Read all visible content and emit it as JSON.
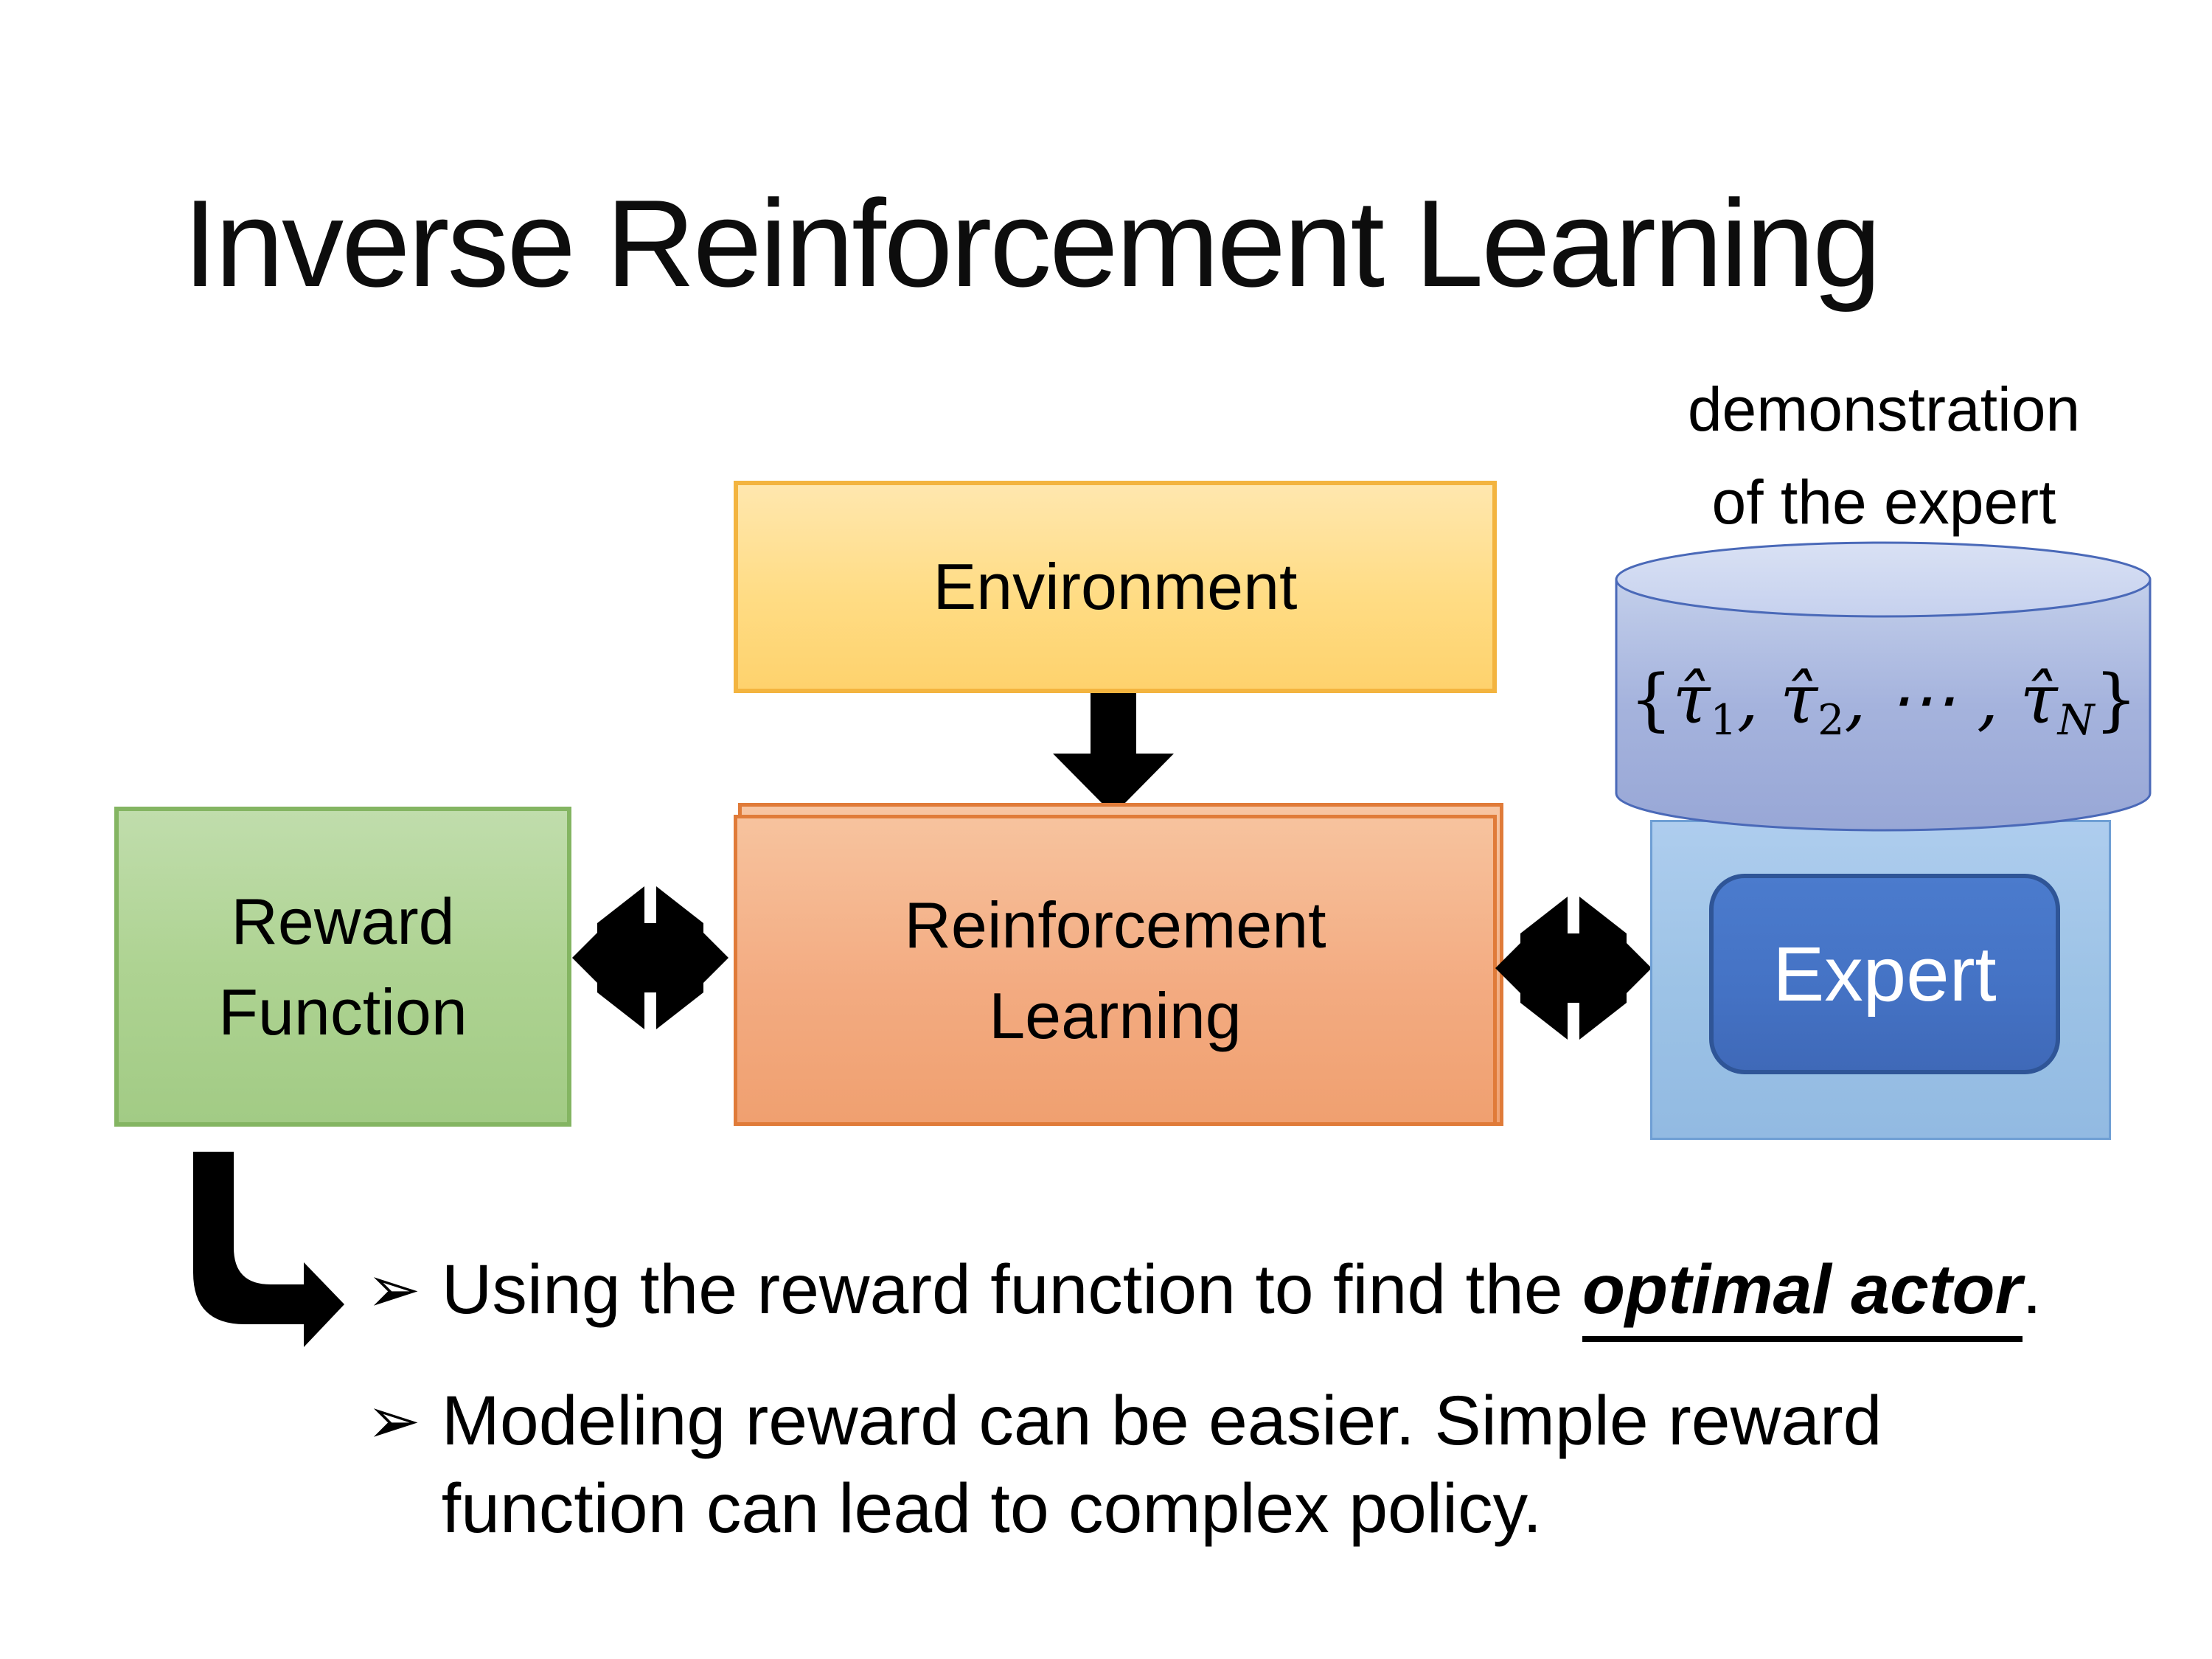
{
  "slide_title": "Inverse Reinforcement Learning",
  "caption": {
    "line1": "demonstration",
    "line2": "of the expert"
  },
  "diagram": {
    "environment_label": "Environment",
    "reward_label_line1": "Reward",
    "reward_label_line2": "Function",
    "rl_label_line1": "Reinforcement",
    "rl_label_line2": "Learning",
    "expert_label": "Expert",
    "demo_formula": {
      "open": "{",
      "tau": "τ̂",
      "sub1": "1",
      "sep1": ", ",
      "sub2": "2",
      "sep2": ", ⋯ , ",
      "subN": "N",
      "close": "}"
    }
  },
  "bullets": {
    "marker": "➢",
    "item1": {
      "pre": "Using the reward function to find the ",
      "emphasis": "optimal actor",
      "post": "."
    },
    "item2": {
      "line1": "Modeling reward can be easier. Simple reward",
      "line2": "function can lead to complex policy."
    }
  },
  "colors": {
    "environment_fill": "#fed26d",
    "environment_border": "#f3b43f",
    "reinforcement_fill": "#f3ab81",
    "reinforcement_border": "#e07b39",
    "reward_fill": "#aed392",
    "reward_border": "#84b562",
    "expert_panel_fill": "#9dc3e6",
    "expert_box_fill": "#4472c4",
    "expert_box_border": "#2f5597",
    "cylinder_fill": "#a5b3dd",
    "cylinder_top_fill": "#ccd6ee",
    "cylinder_border": "#4a69b8",
    "arrow_color": "#000000",
    "text_color": "#000000",
    "background": "#ffffff"
  }
}
